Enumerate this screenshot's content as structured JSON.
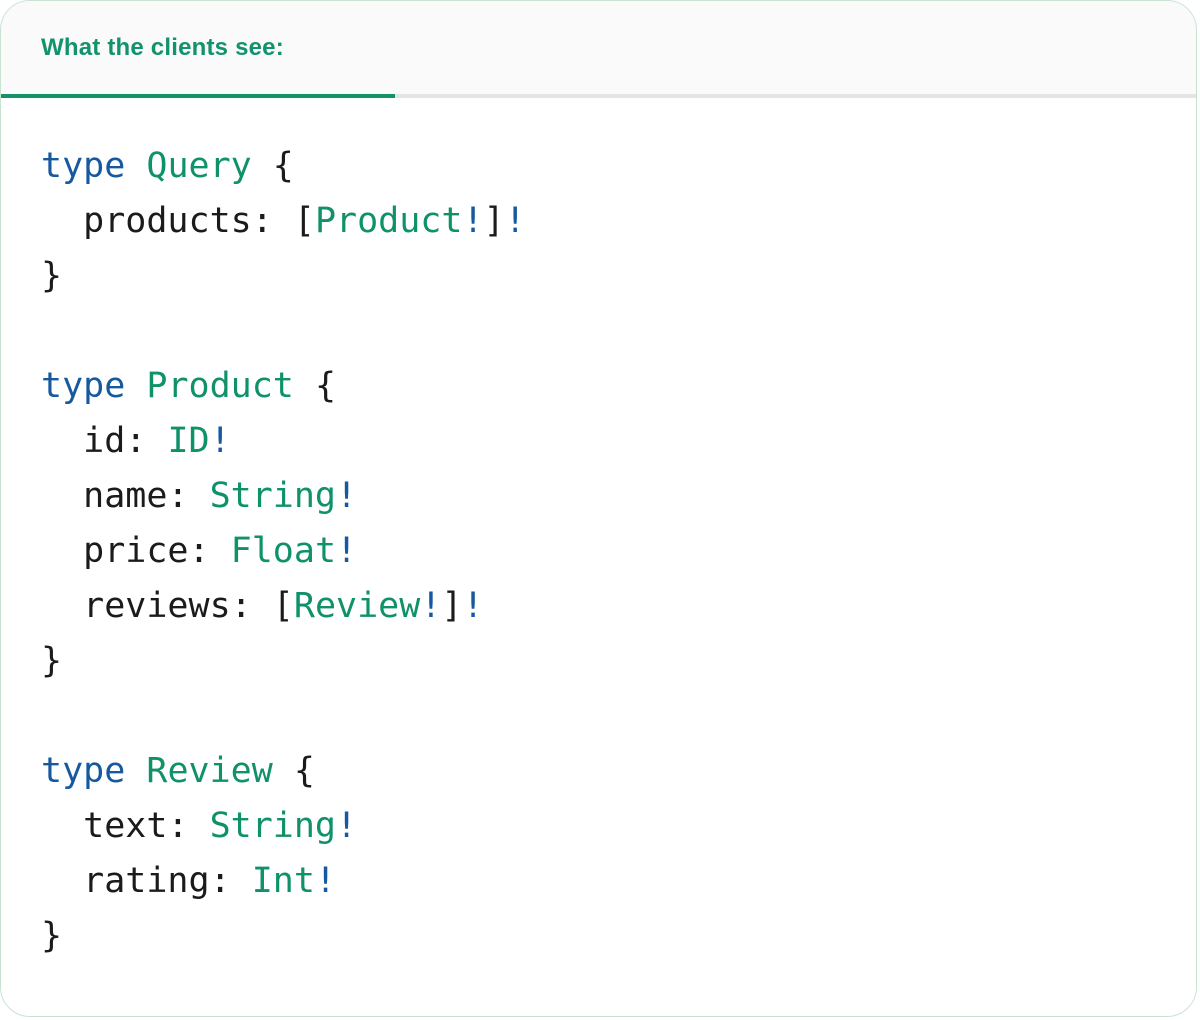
{
  "header": {
    "tab_label": "What the clients see:"
  },
  "colors": {
    "accent_green": "#12936c",
    "keyword_blue": "#17599e",
    "type_green": "#0f9169",
    "code_text": "#1b1b1d",
    "divider_gray": "#e4e4e4",
    "header_bg": "#fafafa",
    "panel_border": "#c8e2d2",
    "panel_bg": "#ffffff"
  },
  "code": {
    "language": "graphql",
    "lines": [
      {
        "tokens": [
          {
            "text": "type",
            "style": "keyword"
          },
          {
            "text": " ",
            "style": "plain"
          },
          {
            "text": "Query",
            "style": "type"
          },
          {
            "text": " {",
            "style": "plain"
          }
        ]
      },
      {
        "tokens": [
          {
            "text": "  products: [",
            "style": "plain"
          },
          {
            "text": "Product",
            "style": "type"
          },
          {
            "text": "!",
            "style": "keyword"
          },
          {
            "text": "]",
            "style": "plain"
          },
          {
            "text": "!",
            "style": "keyword"
          }
        ]
      },
      {
        "tokens": [
          {
            "text": "}",
            "style": "plain"
          }
        ]
      },
      {
        "tokens": []
      },
      {
        "tokens": [
          {
            "text": "type",
            "style": "keyword"
          },
          {
            "text": " ",
            "style": "plain"
          },
          {
            "text": "Product",
            "style": "type"
          },
          {
            "text": " {",
            "style": "plain"
          }
        ]
      },
      {
        "tokens": [
          {
            "text": "  id: ",
            "style": "plain"
          },
          {
            "text": "ID",
            "style": "type"
          },
          {
            "text": "!",
            "style": "keyword"
          }
        ]
      },
      {
        "tokens": [
          {
            "text": "  name: ",
            "style": "plain"
          },
          {
            "text": "String",
            "style": "type"
          },
          {
            "text": "!",
            "style": "keyword"
          }
        ]
      },
      {
        "tokens": [
          {
            "text": "  price: ",
            "style": "plain"
          },
          {
            "text": "Float",
            "style": "type"
          },
          {
            "text": "!",
            "style": "keyword"
          }
        ]
      },
      {
        "tokens": [
          {
            "text": "  reviews: [",
            "style": "plain"
          },
          {
            "text": "Review",
            "style": "type"
          },
          {
            "text": "!",
            "style": "keyword"
          },
          {
            "text": "]",
            "style": "plain"
          },
          {
            "text": "!",
            "style": "keyword"
          }
        ]
      },
      {
        "tokens": [
          {
            "text": "}",
            "style": "plain"
          }
        ]
      },
      {
        "tokens": []
      },
      {
        "tokens": [
          {
            "text": "type",
            "style": "keyword"
          },
          {
            "text": " ",
            "style": "plain"
          },
          {
            "text": "Review",
            "style": "type"
          },
          {
            "text": " {",
            "style": "plain"
          }
        ]
      },
      {
        "tokens": [
          {
            "text": "  text: ",
            "style": "plain"
          },
          {
            "text": "String",
            "style": "type"
          },
          {
            "text": "!",
            "style": "keyword"
          }
        ]
      },
      {
        "tokens": [
          {
            "text": "  rating: ",
            "style": "plain"
          },
          {
            "text": "Int",
            "style": "type"
          },
          {
            "text": "!",
            "style": "keyword"
          }
        ]
      },
      {
        "tokens": [
          {
            "text": "}",
            "style": "plain"
          }
        ]
      }
    ]
  }
}
